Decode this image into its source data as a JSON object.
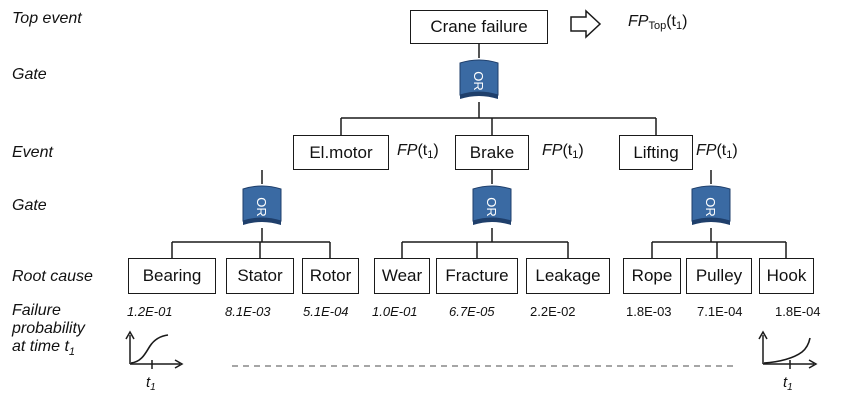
{
  "row_labels": {
    "top_event": "Top event",
    "gate1": "Gate",
    "event": "Event",
    "gate2": "Gate",
    "root_cause": "Root cause",
    "failure_line1": "Failure",
    "failure_line2": "probability",
    "failure_line3": "at time  t",
    "failure_line3_sub": "1"
  },
  "top": {
    "label": "Crane failure",
    "fp_main": "FP",
    "fp_sub": "Top",
    "fp_arg": "(t",
    "fp_arg_sub": "1",
    "fp_close": ")"
  },
  "gate_text": "OR",
  "events": [
    {
      "label": "El.motor",
      "fp": "FP",
      "arg": "(t",
      "arg_sub": "1",
      "close": ")"
    },
    {
      "label": "Brake",
      "fp": "FP",
      "arg": "(t",
      "arg_sub": "1",
      "close": ")"
    },
    {
      "label": "Lifting",
      "fp": "FP",
      "arg": "(t",
      "arg_sub": "1",
      "close": ")"
    }
  ],
  "root_causes": [
    {
      "label": "Bearing",
      "prob": "1.2E-01"
    },
    {
      "label": "Stator",
      "prob": "8.1E-03"
    },
    {
      "label": "Rotor",
      "prob": "5.1E-04"
    },
    {
      "label": "Wear",
      "prob": "1.0E-01"
    },
    {
      "label": "Fracture",
      "prob": "6.7E-05"
    },
    {
      "label": "Leakage",
      "prob": "2.2E-02"
    },
    {
      "label": "Rope",
      "prob": "1.8E-03"
    },
    {
      "label": "Pulley",
      "prob": "7.1E-04"
    },
    {
      "label": "Hook",
      "prob": "1.8E-04"
    }
  ],
  "time_axis": {
    "t": "t",
    "sub": "1"
  },
  "colors": {
    "gate_fill": "#3a6aa3",
    "gate_dark": "#1f3f6b",
    "line": "#1a1a1a",
    "dash": "#888888"
  }
}
